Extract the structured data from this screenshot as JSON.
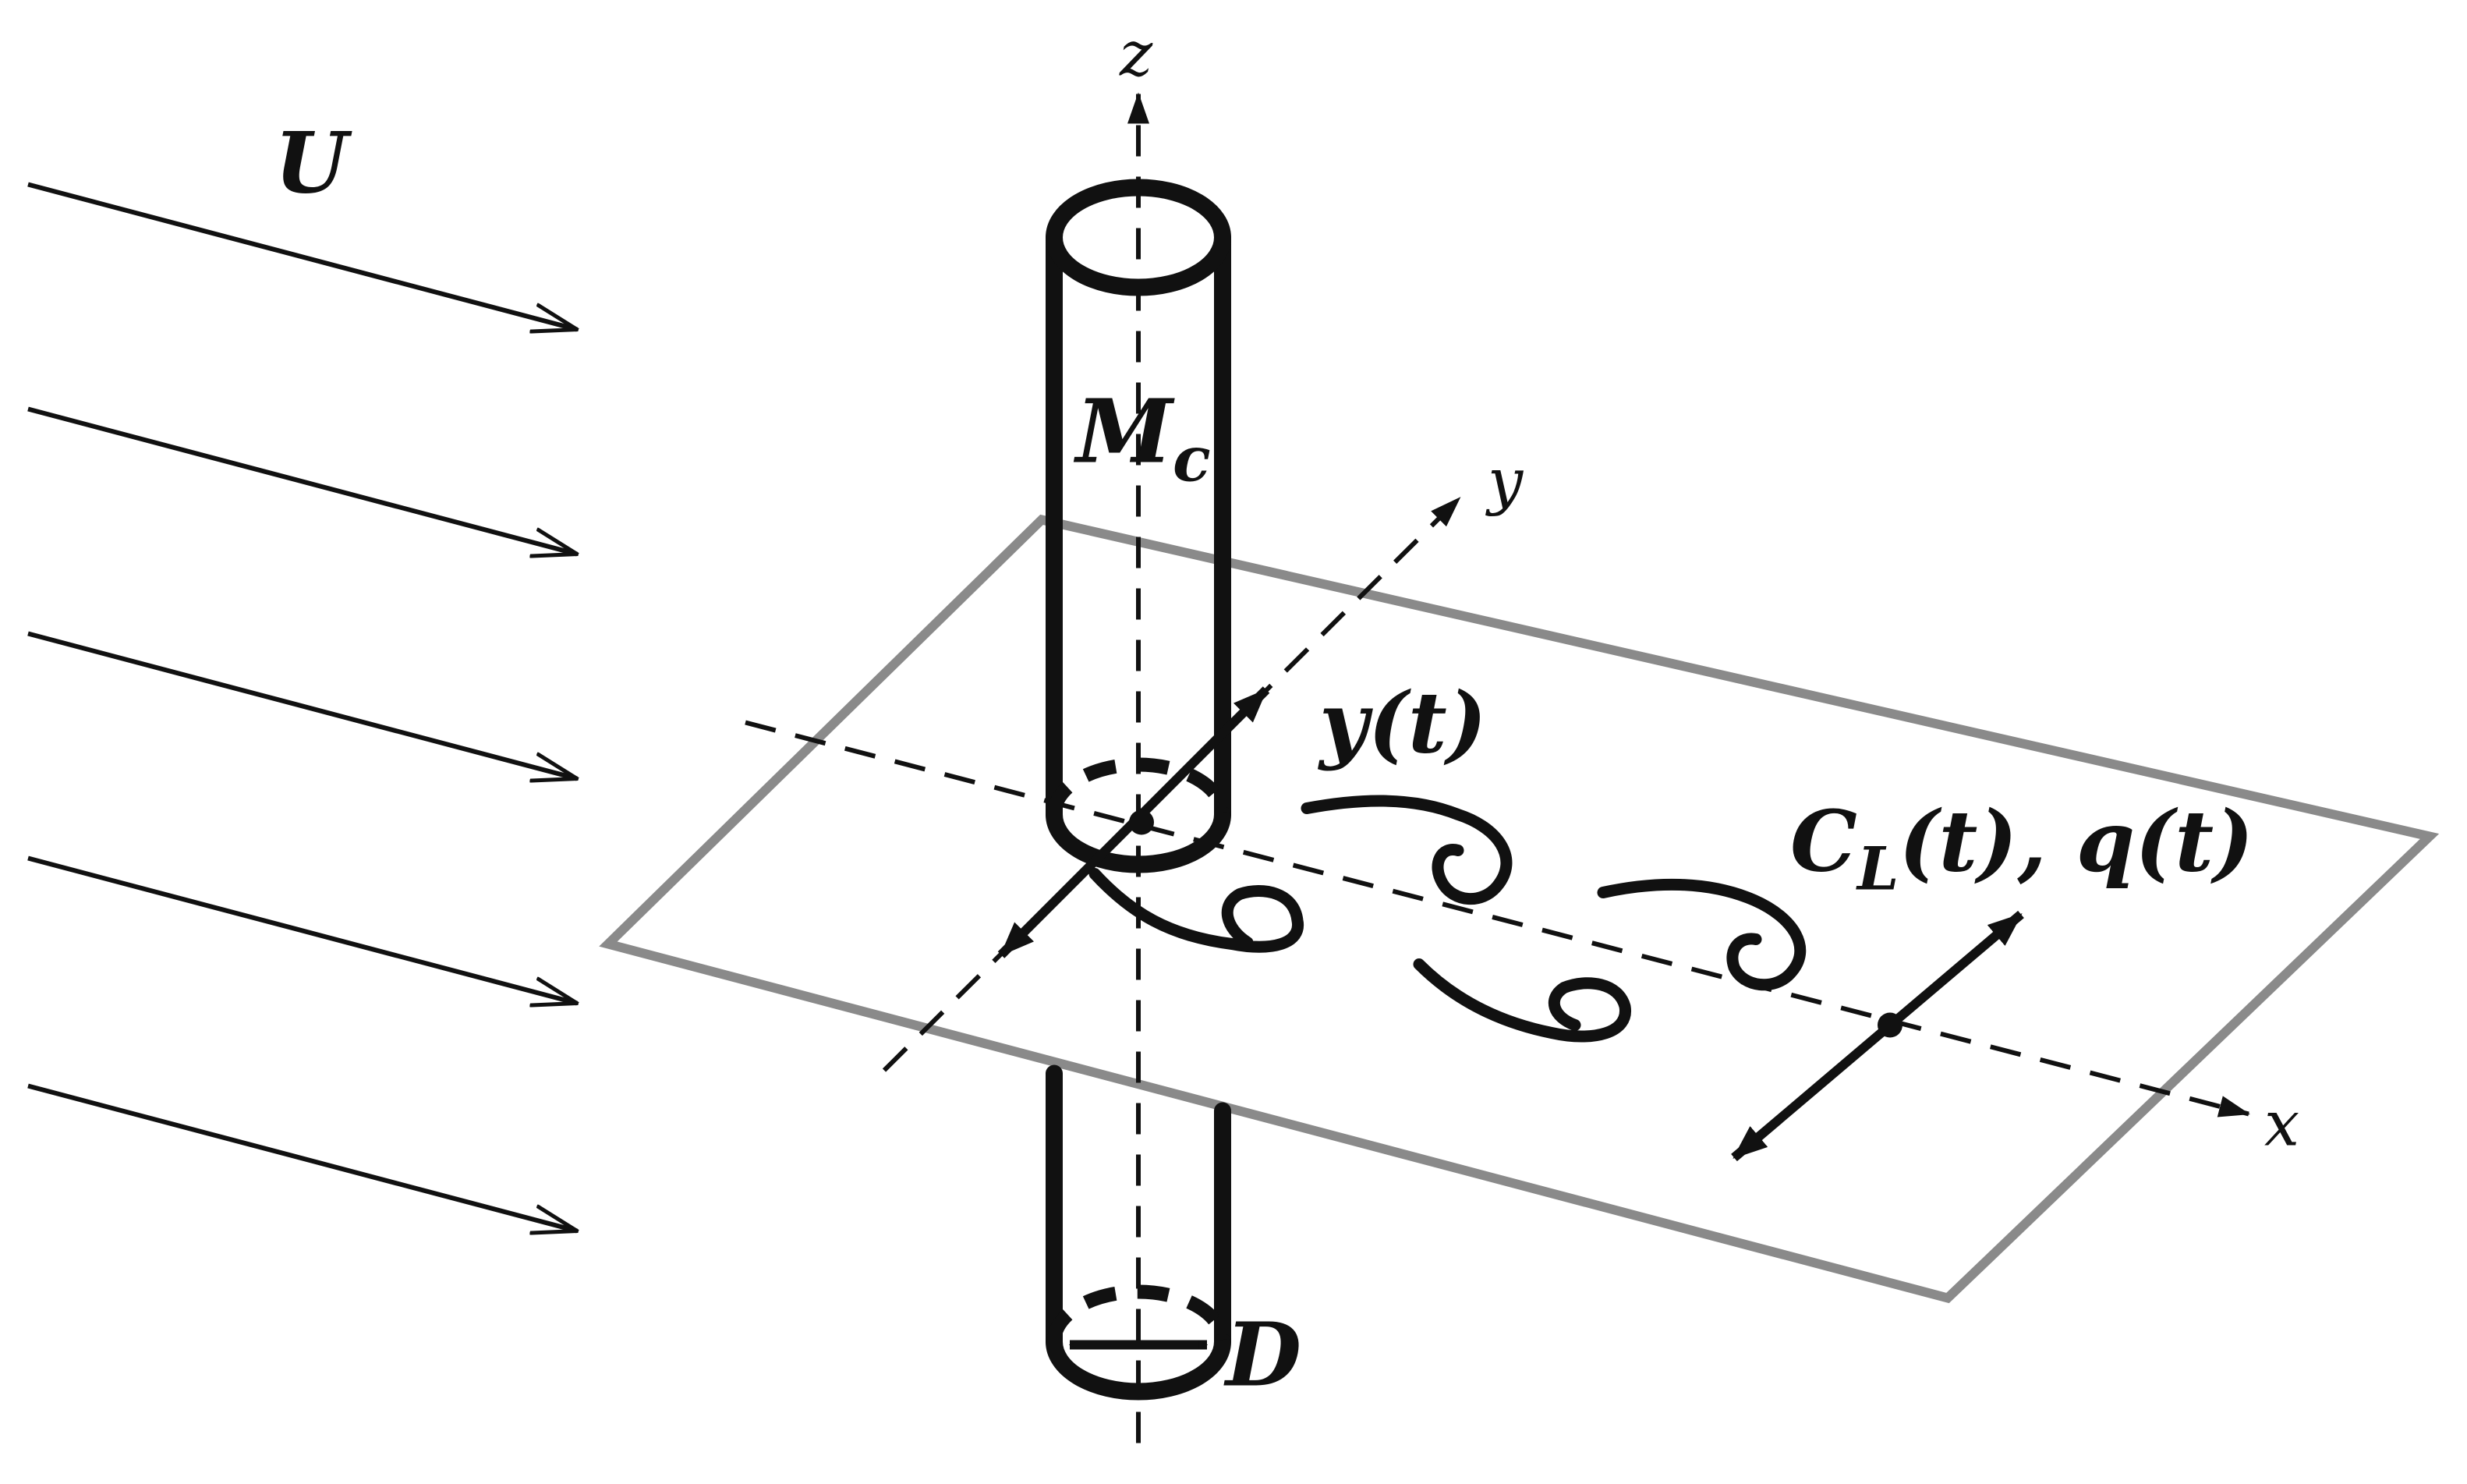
{
  "labels": {
    "flow": "U",
    "mass": "M",
    "mass_sub": "c",
    "displacement": "y(t)",
    "lift": "C",
    "lift_sub": "L",
    "lift_rest": "(t), q(t)",
    "diameter": "D",
    "axis_x": "x",
    "axis_y": "y",
    "axis_z": "z"
  }
}
